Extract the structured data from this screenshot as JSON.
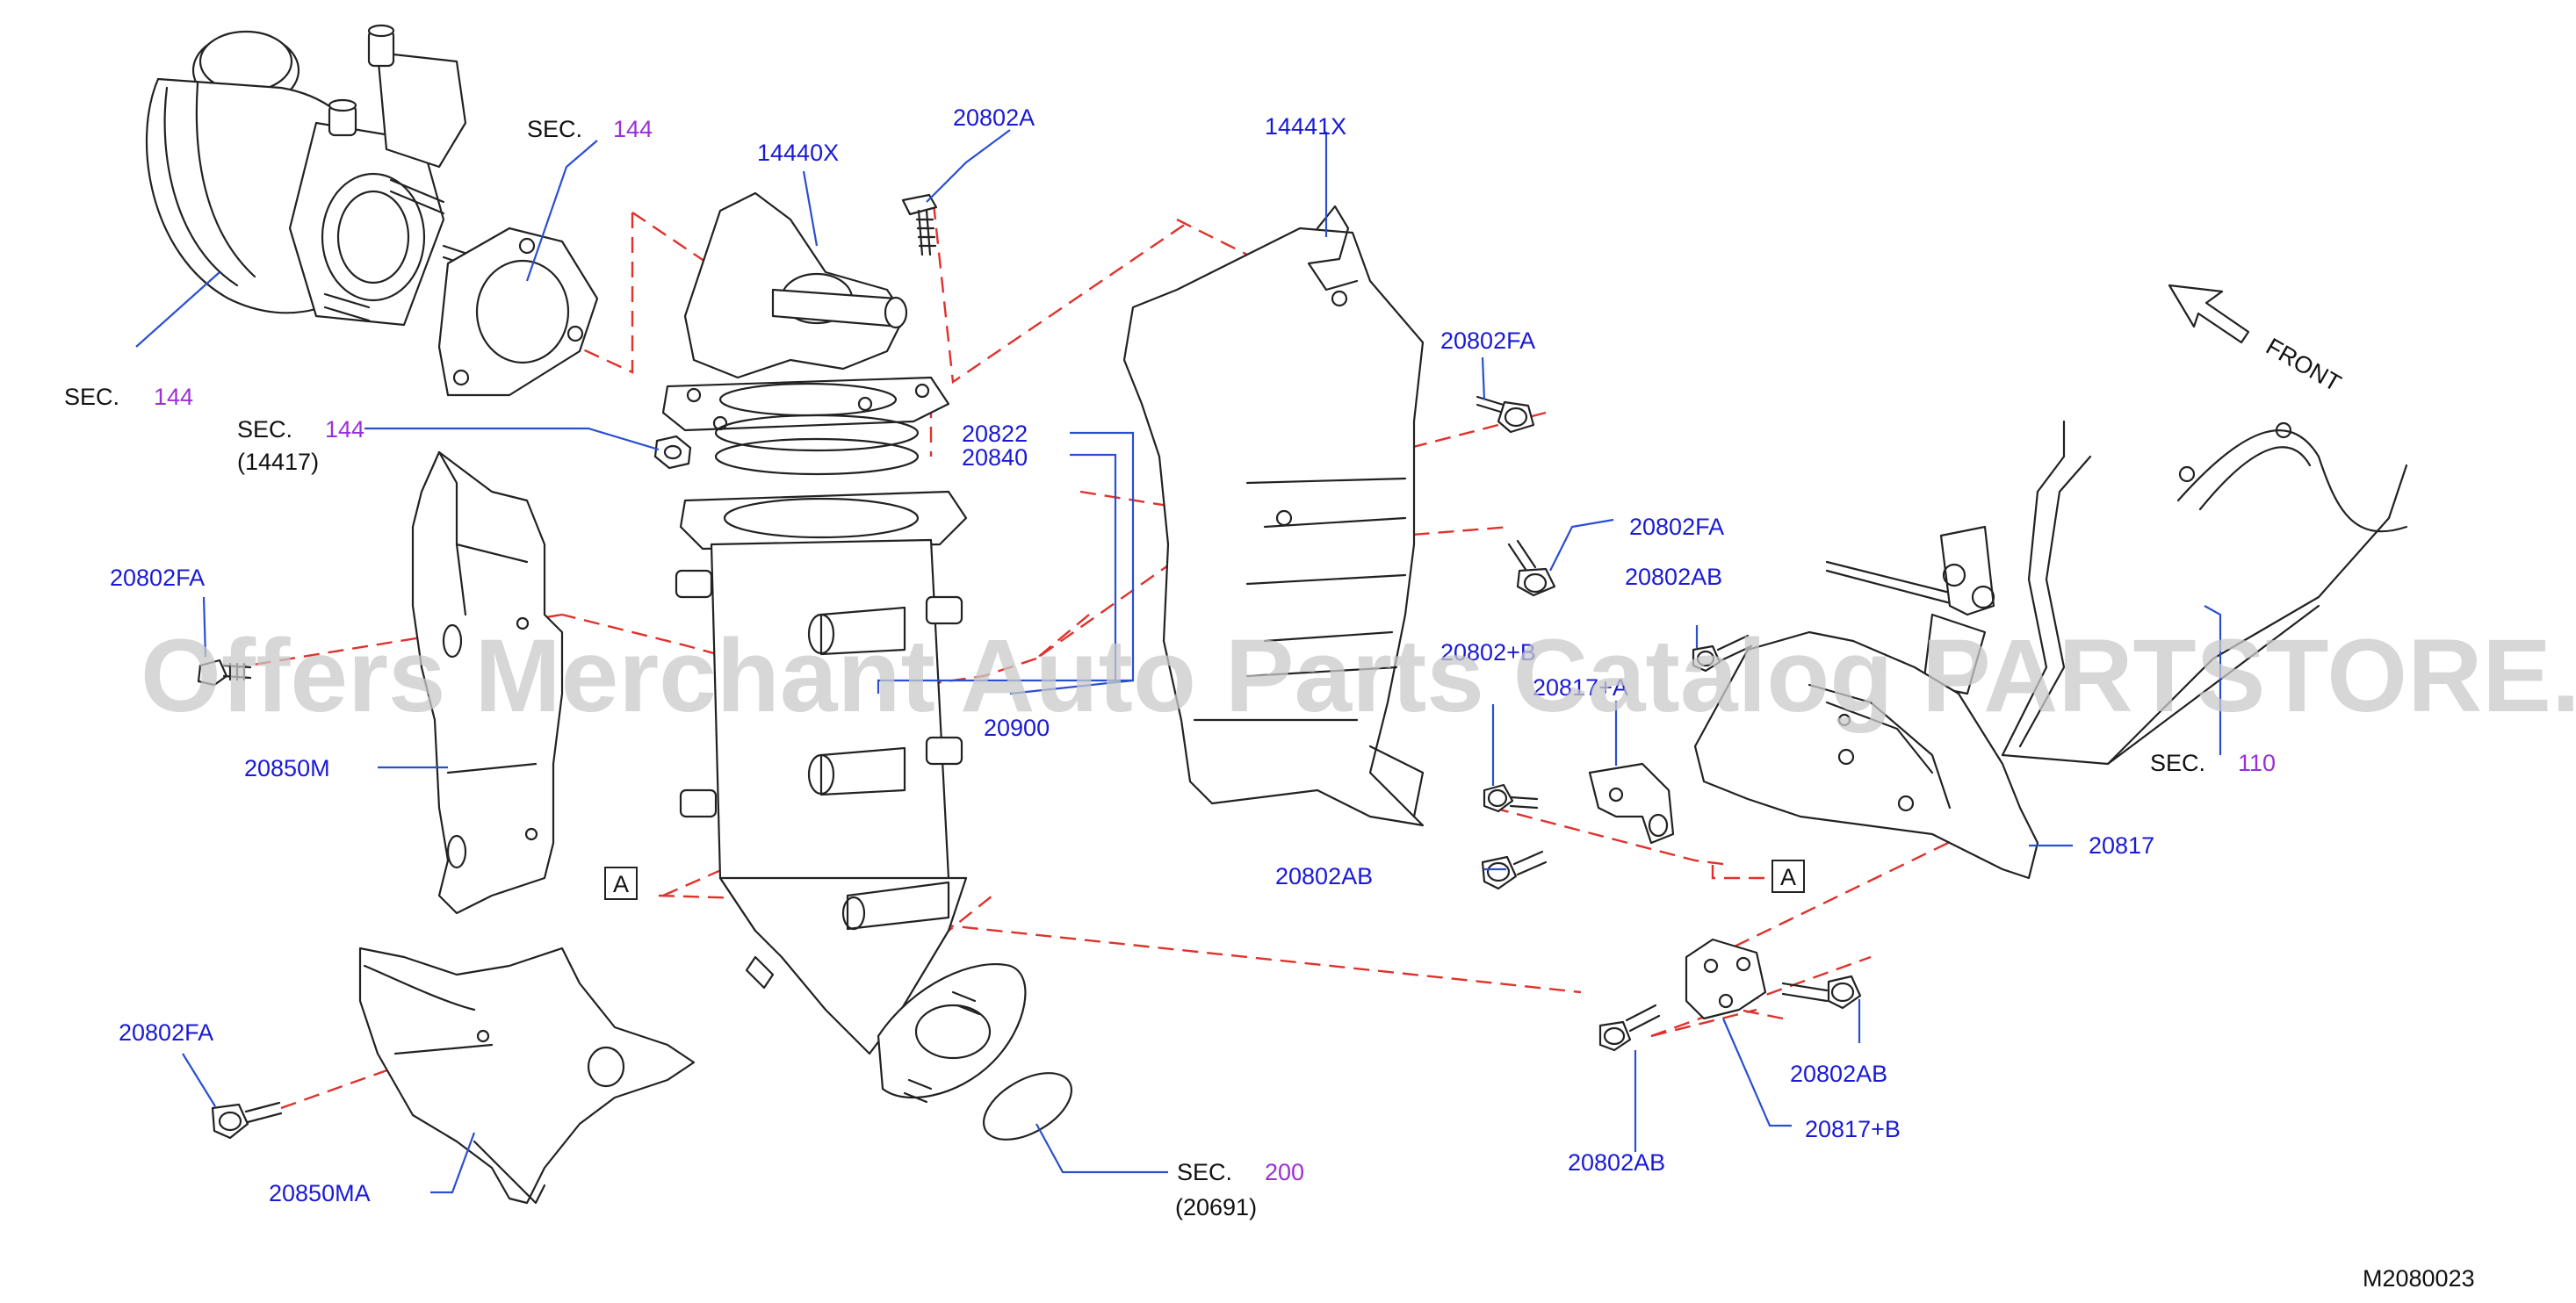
{
  "labels": {
    "sec_144_top_prefix": "SEC.",
    "sec_144_top_num": "144",
    "sec_144_left_prefix": "SEC.",
    "sec_144_left_num": "144",
    "sec_144_mid_prefix": "SEC.",
    "sec_144_mid_num": "144",
    "sec_144_mid_sub": "(14417)",
    "p14440x": "14440X",
    "p20802a": "20802A",
    "p14441x": "14441X",
    "p20802fa_a": "20802FA",
    "p20802fa_b": "20802FA",
    "p20802fa_c": "20802FA",
    "p20802fa_d": "20802FA",
    "p20822": "20822",
    "p20840": "20840",
    "p20900": "20900",
    "p20850m": "20850M",
    "p20850ma": "20850MA",
    "p20802ab_a": "20802AB",
    "p20802ab_b": "20802AB",
    "p20802ab_c": "20802AB",
    "p20802ab_d": "20802AB",
    "p20802b": "20802+B",
    "p20817a": "20817+A",
    "p20817": "20817",
    "p20817b": "20817+B",
    "sec_110_prefix": "SEC.",
    "sec_110_num": "110",
    "sec_200_prefix": "SEC.",
    "sec_200_num": "200",
    "sec_200_sub": "(20691)",
    "ref_a_left": "A",
    "ref_a_right": "A",
    "front": "FRONT",
    "diagram_code": "M2080023"
  },
  "watermark": "Offers Merchant Auto Parts Catalog PARTSTORE.SA",
  "colors": {
    "part_number": "#1a1ad6",
    "section_number": "#9b2fd6",
    "leader_line": "#2a4fd0",
    "dashed_line": "#e0312b",
    "outline": "#222222"
  }
}
